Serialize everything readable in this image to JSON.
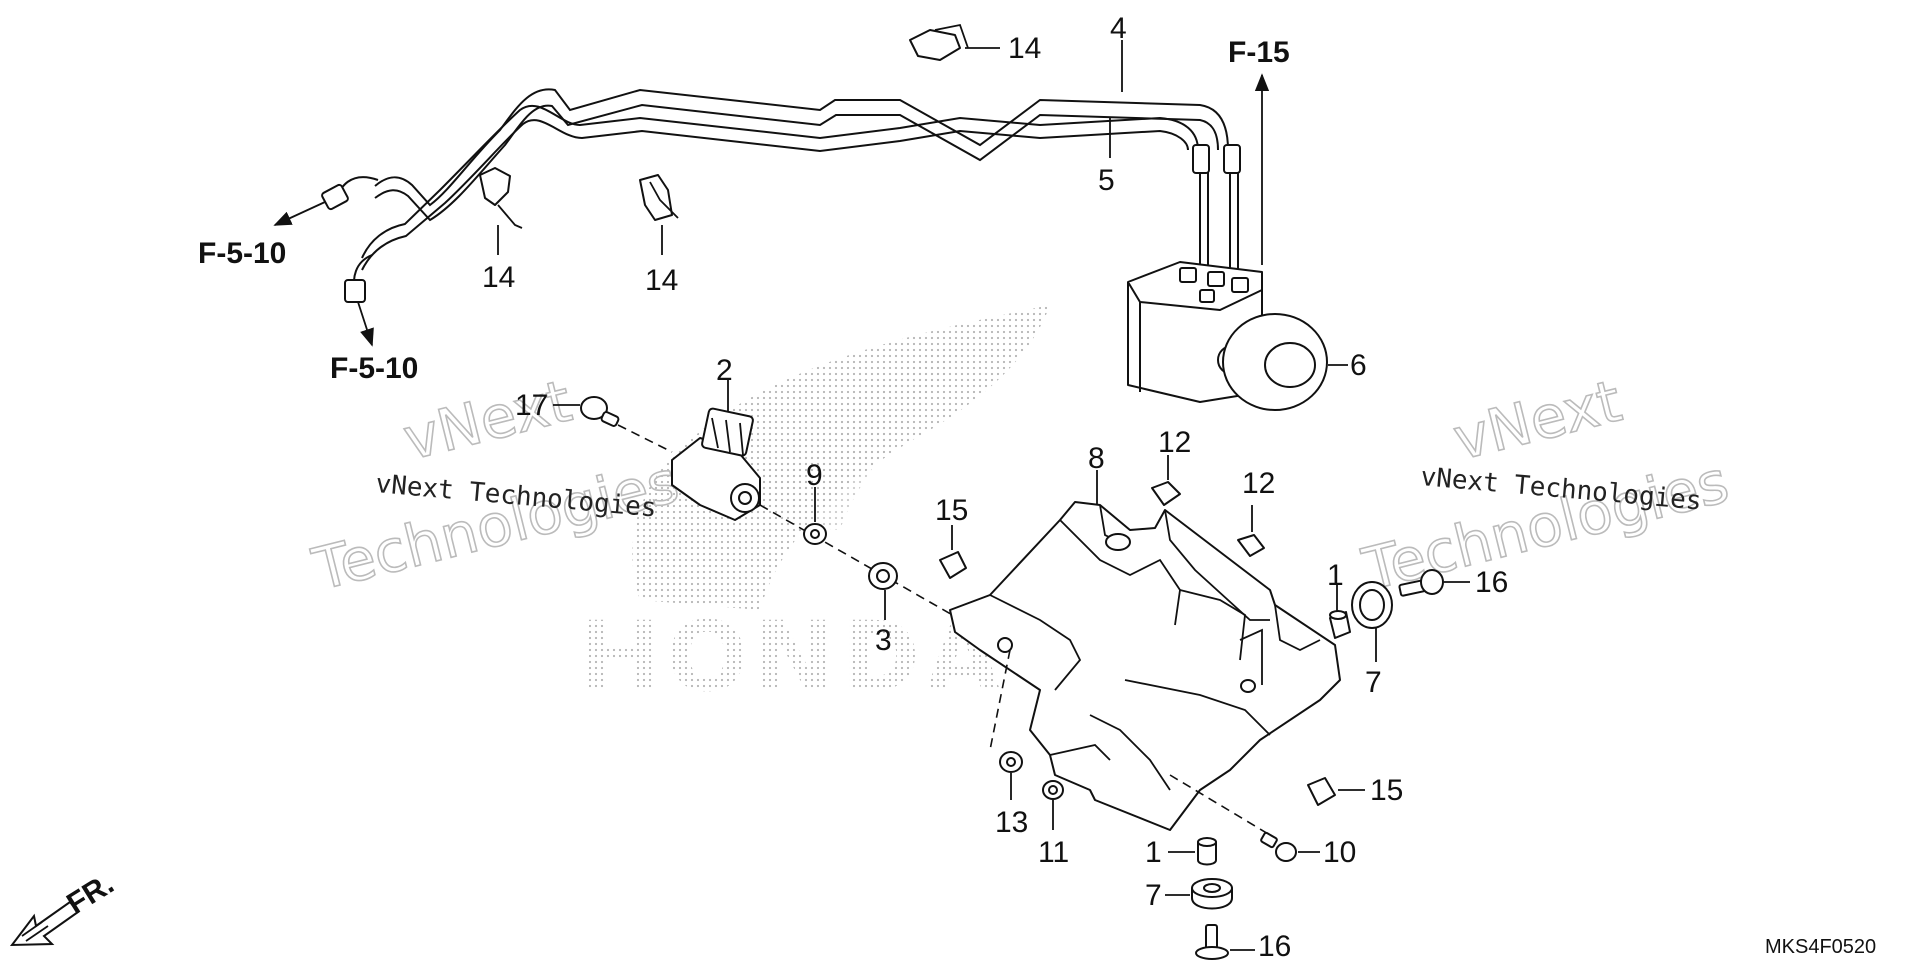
{
  "diagram": {
    "callouts": {
      "p1a": "1",
      "p1b": "1",
      "p2": "2",
      "p3": "3",
      "p4": "4",
      "p5": "5",
      "p6": "6",
      "p7a": "7",
      "p7b": "7",
      "p8": "8",
      "p9": "9",
      "p10": "10",
      "p11": "11",
      "p12a": "12",
      "p12b": "12",
      "p13": "13",
      "p14a": "14",
      "p14b": "14",
      "p14c": "14",
      "p15a": "15",
      "p15b": "15",
      "p16a": "16",
      "p16b": "16",
      "p17": "17"
    },
    "references": {
      "f15": "F-15",
      "f510a": "F-5-10",
      "f510b": "F-5-10"
    },
    "direction_label": "FR.",
    "diagram_code": "MKS4F0520",
    "watermark": {
      "left_line": "vNext Technologies",
      "right_line": "vNext Technologies",
      "outline_top": "vNext",
      "outline_bottom": "Technologies",
      "brand": "HONDA"
    },
    "colors": {
      "ink": "#111111",
      "watermark": "#bbbbbb",
      "dots": "#c8c8c8"
    }
  }
}
